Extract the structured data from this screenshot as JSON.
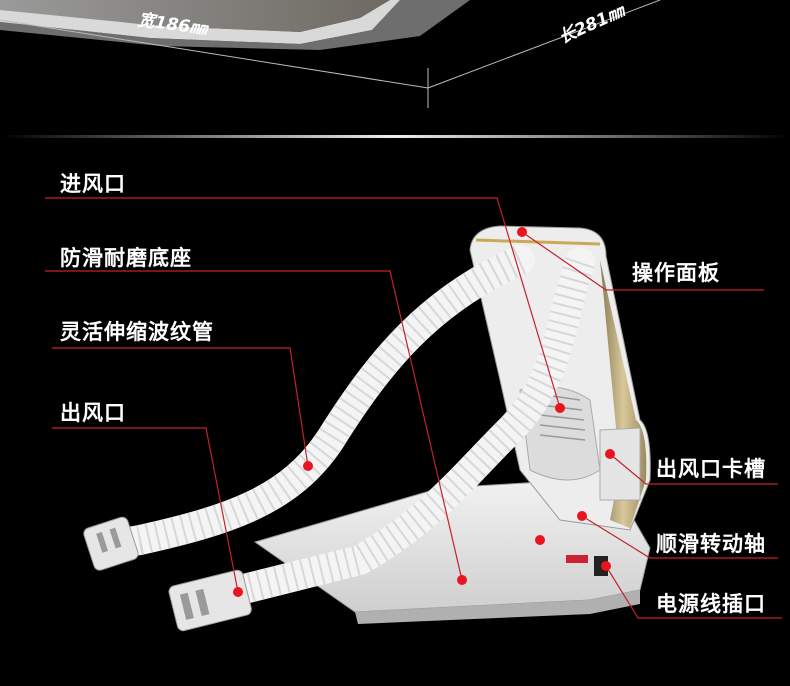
{
  "dimensions": {
    "width_label": "宽186㎜",
    "length_label": "长281㎜"
  },
  "callouts": {
    "air_inlet": "进风口",
    "base": "防滑耐磨底座",
    "hose": "灵活伸缩波纹管",
    "air_outlet": "出风口",
    "control_panel": "操作面板",
    "outlet_slot": "出风口卡槽",
    "rotating_shaft": "顺滑转动轴",
    "power_socket": "电源线插口"
  },
  "colors": {
    "background": "#000000",
    "text": "#ffffff",
    "leader_line": "#c0242b",
    "marker": "#e8141e"
  }
}
